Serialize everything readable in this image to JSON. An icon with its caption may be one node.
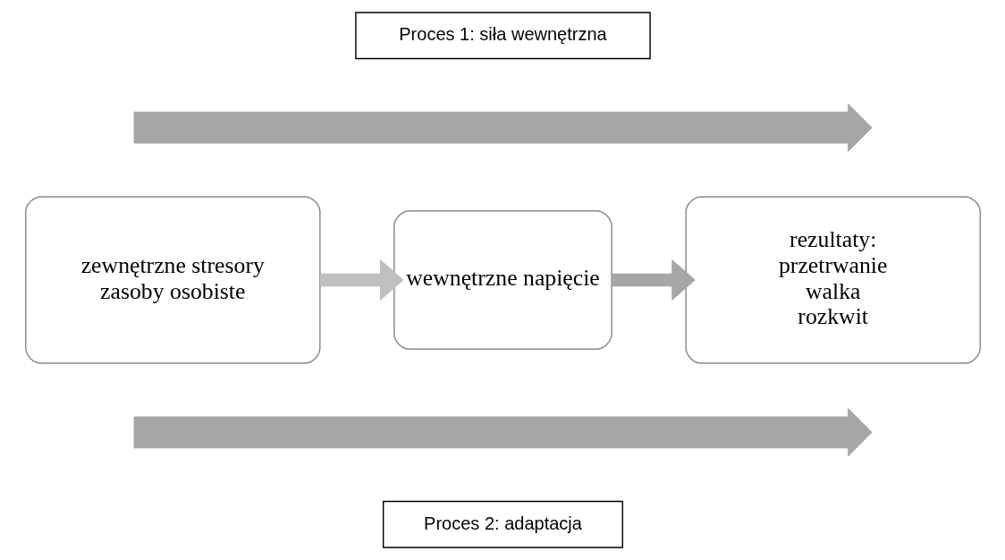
{
  "diagram": {
    "nodes": [
      {
        "text": [
          "Proces 1: siła wewnętrzna"
        ]
      },
      {
        "text": [],
        "shape": "arrow"
      },
      {
        "text": [
          "zewnętrzne stresory",
          "zasoby osobiste"
        ]
      },
      {
        "text": [
          "wewnętrzne napięcie"
        ]
      },
      {
        "text": [
          "rezultaty:",
          "przetrwanie",
          "walka",
          "rozkwit"
        ]
      },
      {
        "text": [],
        "shape": "arrow"
      },
      {
        "text": [
          "Proces 2: adaptacja"
        ]
      }
    ],
    "edges": [
      {
        "from": 2,
        "to": 3,
        "arrow": "to",
        "color": "#c0c0c0"
      },
      {
        "from": 3,
        "to": 4,
        "arrow": "to"
      }
    ]
  }
}
